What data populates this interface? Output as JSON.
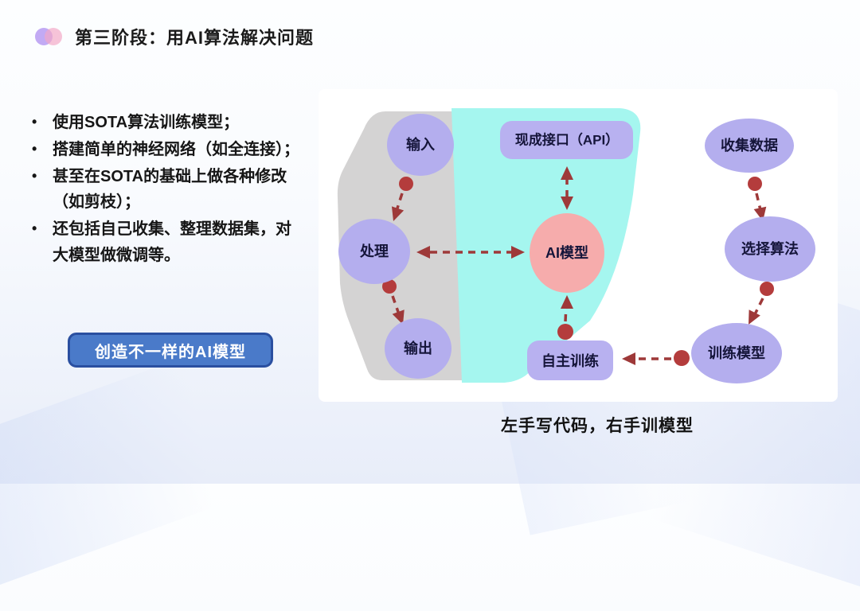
{
  "title": {
    "text": "第三阶段：用AI算法解决问题"
  },
  "list": {
    "marker": "•",
    "items": [
      "使用SOTA算法训练模型；",
      "搭建简单的神经网络（如全连接）；",
      "甚至在SOTA的基础上做各种修改（如剪枝）；",
      "还包括自己收集、整理数据集，对大模型做微调等。"
    ]
  },
  "cta": {
    "label": "创造不一样的AI模型"
  },
  "diagram": {
    "caption": "左手写代码，右手训模型",
    "nodes": {
      "input": "输入",
      "process": "处理",
      "output": "输出",
      "api": "现成接口（API）",
      "ai_model": "AI模型",
      "self_train": "自主训练",
      "collect_data": "收集数据",
      "select_algo": "选择算法",
      "train_model": "训练模型"
    }
  },
  "colors": {
    "button_fill": "#4a7ac9",
    "button_border": "#2a4fa0",
    "node_purple": "#b4aeee",
    "node_pink": "#f6acac",
    "zone_gray": "#d4d3d3",
    "zone_cyan": "#a5f6ef",
    "arrow_red": "#9e3939",
    "arrow_dot_red": "#b43c3c"
  }
}
